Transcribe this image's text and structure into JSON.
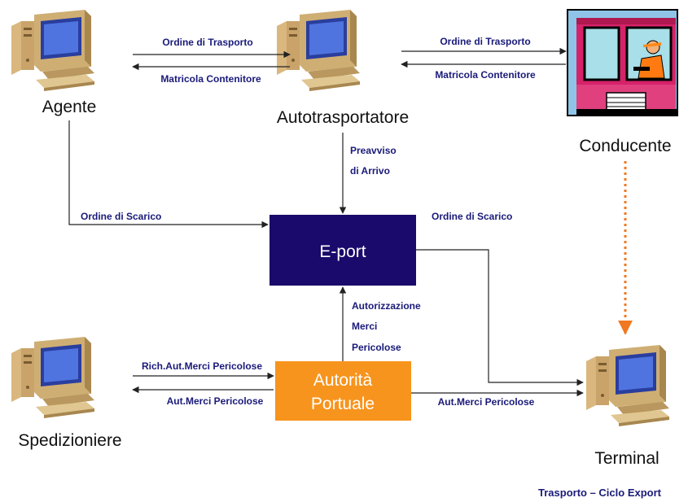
{
  "nodes": {
    "agente": "Agente",
    "autotrasportatore": "Autotrasportatore",
    "conducente": "Conducente",
    "eport": "E-port",
    "autorita_line1": "Autorità",
    "autorita_line2": "Portuale",
    "spedizioniere": "Spedizioniere",
    "terminal": "Terminal"
  },
  "edges": {
    "agente_to_auto": "Ordine di Trasporto",
    "auto_to_agente": "Matricola Contenitore",
    "auto_to_conducente": "Ordine di Trasporto",
    "conducente_to_auto": "Matricola Contenitore",
    "preavviso_line1": "Preavviso",
    "preavviso_line2": "di Arrivo",
    "agente_to_eport": "Ordine di Scarico",
    "eport_to_terminal": "Ordine di Scarico",
    "autorizzazione_line1": "Autorizzazione",
    "autorizzazione_line2": "Merci",
    "autorizzazione_line3": "Pericolose",
    "sped_to_autorita": "Rich.Aut.Merci Pericolose",
    "autorita_to_sped": "Aut.Merci Pericolose",
    "autorita_to_terminal": "Aut.Merci Pericolose"
  },
  "caption": "Trasporto – Ciclo Export",
  "colors": {
    "eport_box": "#1a0a6b",
    "autorita_box": "#f7941d",
    "dotted_arrow": "#f07820",
    "label_text": "#1a1a7a"
  },
  "icons": {
    "computer": "computer-icon",
    "truck": "truck-driver-icon"
  }
}
